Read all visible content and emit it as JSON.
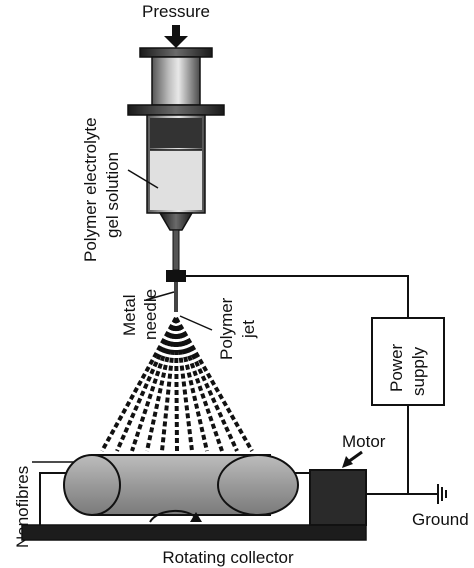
{
  "labels": {
    "pressure": "Pressure",
    "polymer_solution_line1": "Polymer electrolyte",
    "polymer_solution_line2": "gel solution",
    "metal_needle_line1": "Metal",
    "metal_needle_line2": "needle",
    "polymer_jet_line1": "Polymer",
    "polymer_jet_line2": "jet",
    "power_supply_line1": "Power",
    "power_supply_line2": "supply",
    "motor": "Motor",
    "ground": "Ground",
    "nanofibres": "Nanofibres",
    "rotating_collector": "Rotating collector"
  },
  "colors": {
    "syringe_dark": "#2b2b2b",
    "syringe_light": "#d9d9d9",
    "collector_gray": "#9a9a9a",
    "motor_fill": "#2a2a2a",
    "line": "#111111"
  }
}
